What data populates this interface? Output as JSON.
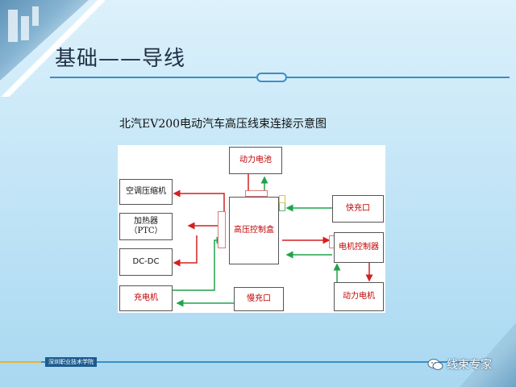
{
  "slide": {
    "title": "基础——导线",
    "diagram_title": "北汽EV200电动汽车高压线束连接示意图",
    "footer_label": "深圳职业技术学院",
    "watermark": "线束专家"
  },
  "nodes": {
    "battery": "动力电池",
    "ac_compressor": "空调压缩机",
    "heater_line1": "加热器",
    "heater_line2": "（PTC）",
    "dcdc": "DC-DC",
    "charger": "充电机",
    "pdu": "高压控制盒",
    "fast_charge": "快充口",
    "motor_controller": "电机控制器",
    "slow_charge": "慢充口",
    "motor": "动力电机"
  },
  "colors": {
    "red_arrow": "#d42020",
    "green_arrow": "#1fa34a",
    "node_text_red": "#c00000",
    "accent_blue": "#3a8fc5"
  },
  "icons": {
    "wechat": "wechat-icon"
  }
}
